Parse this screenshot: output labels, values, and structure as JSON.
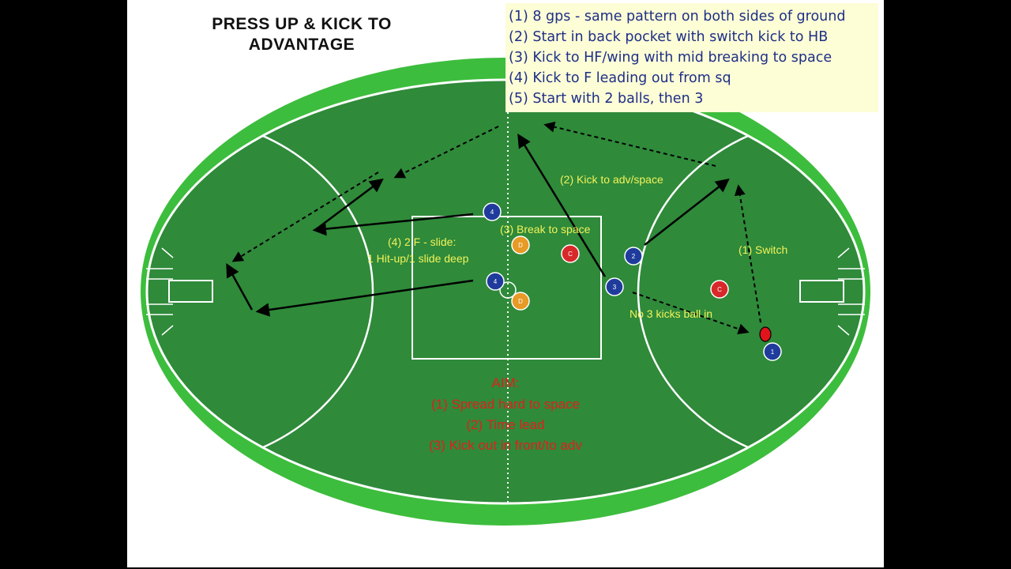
{
  "title_lines": [
    "PRESS UP & KICK TO",
    "ADVANTAGE"
  ],
  "notes": [
    "(1) 8 gps - same pattern on both sides of ground",
    "(2) Start in back pocket with switch kick to HB",
    "(3) Kick to HF/wing with mid breaking to space",
    "(4) Kick to F leading out from sq",
    "(5) Start with 2 balls, then 3"
  ],
  "labels": {
    "kick_to_adv": "(2) Kick to adv/space",
    "break_to_space": "(3) Break to space",
    "two_f_slide": "(4) 2 F - slide:",
    "hitup_slide": "1 Hit-up/1 slide deep",
    "switch": "(1) Switch",
    "no3_kicks": "No 3 kicks ball in"
  },
  "aim": [
    "AIM:",
    "(1) Spread hard to space",
    "(2) Time lead",
    "(3) Kick out in front/to adv"
  ],
  "players": {
    "p4_top": "4",
    "p4_mid": "4",
    "p2": "2",
    "p3": "3",
    "p1": "1",
    "d_top": "D",
    "d_bot": "D",
    "c_mid": "C",
    "c_right": "C"
  },
  "colors": {
    "outer_ground": "#3dbd3d",
    "field": "#2f8a3a",
    "lines": "#ffffff",
    "blue_player": "#1f3c9c",
    "orange_player": "#e79a25",
    "red_player": "#d8282a",
    "label_yellow": "#f2f25a",
    "aim_red": "#e0201b",
    "notes_bg": "#fdfdd6",
    "notes_text": "#1e2f86"
  }
}
